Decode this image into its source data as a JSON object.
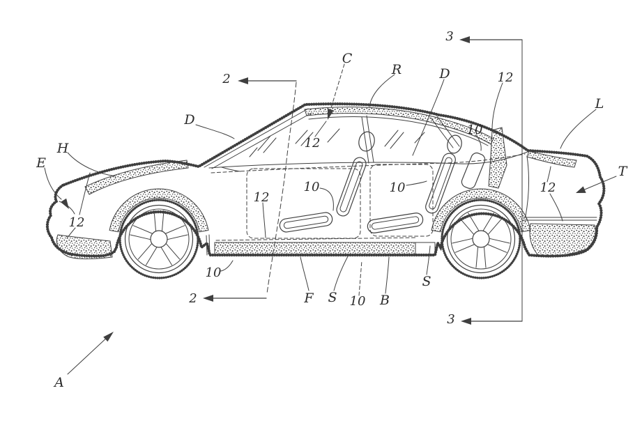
{
  "colors": {
    "background": "#ffffff",
    "line": "#3f3f3f",
    "label": "#2b2b2b"
  },
  "labels": {
    "sec2_top": "2",
    "sec2_bottom": "2",
    "sec3_top": "3",
    "sec3_bottom": "3",
    "A": "A",
    "B": "B",
    "C": "C",
    "D_front": "D",
    "D_rear": "D",
    "E": "E",
    "F": "F",
    "H": "H",
    "L": "L",
    "R": "R",
    "S_front": "S",
    "S_rear": "S",
    "T": "T",
    "n10_quarter": "10",
    "n10_front_seat": "10",
    "n10_rear_seat": "10",
    "n10_rocker": "10",
    "n10_floor": "10",
    "n12_windshield": "12",
    "n12_roof_rear": "12",
    "n12_front": "12",
    "n12_door": "12",
    "n12_rear": "12"
  }
}
